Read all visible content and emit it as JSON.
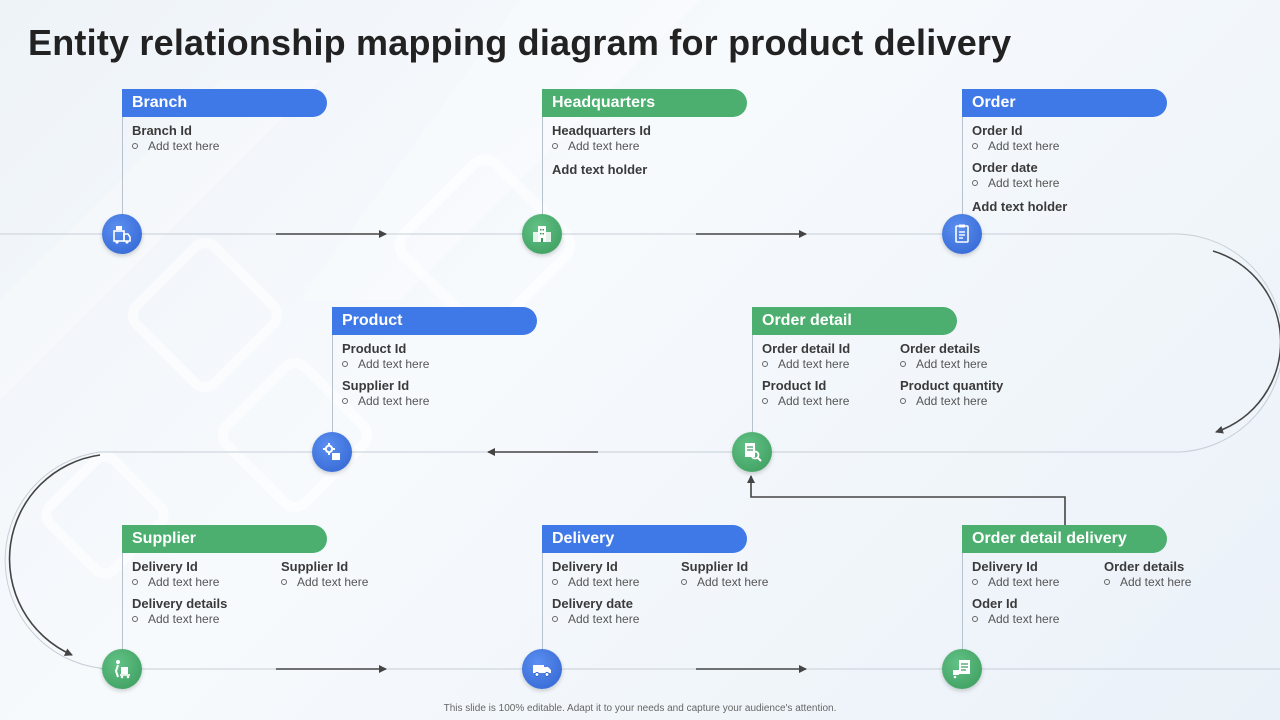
{
  "title": "Entity relationship mapping diagram for product delivery",
  "footer": "This slide is 100% editable. Adapt it to your needs and capture your audience's attention.",
  "colors": {
    "blue": "#3f79e8",
    "green": "#4caf6f",
    "line": "#c6ced6",
    "arrow": "#444444"
  },
  "entities": {
    "branch": {
      "name": "Branch",
      "icon": "branch-icon",
      "fields": [
        {
          "name": "Branch Id",
          "sub": "Add text here"
        }
      ]
    },
    "headquarters": {
      "name": "Headquarters",
      "icon": "headquarters-building-icon",
      "fields": [
        {
          "name": "Headquarters Id",
          "sub": "Add text here"
        }
      ],
      "holder": "Add text holder"
    },
    "order": {
      "name": "Order",
      "icon": "order-clipboard-icon",
      "fields": [
        {
          "name": "Order Id",
          "sub": "Add text here"
        },
        {
          "name": "Order date",
          "sub": "Add text here"
        }
      ],
      "holder": "Add text holder"
    },
    "product": {
      "name": "Product",
      "icon": "product-gear-box-icon",
      "fields": [
        {
          "name": "Product Id",
          "sub": "Add text here"
        },
        {
          "name": "Supplier Id",
          "sub": "Add text here"
        }
      ]
    },
    "order_detail": {
      "name": "Order detail",
      "icon": "order-detail-search-icon",
      "fields": [
        {
          "name": "Order detail Id",
          "sub": "Add text here"
        },
        {
          "name": "Product Id",
          "sub": "Add text here"
        },
        {
          "name": "Order details",
          "sub": "Add text here"
        },
        {
          "name": "Product quantity",
          "sub": "Add text here"
        }
      ]
    },
    "supplier": {
      "name": "Supplier",
      "icon": "supplier-dolly-icon",
      "fields": [
        {
          "name": "Delivery Id",
          "sub": "Add text here"
        },
        {
          "name": "Delivery details",
          "sub": "Add text here"
        },
        {
          "name": "Supplier Id",
          "sub": "Add text here"
        }
      ]
    },
    "delivery": {
      "name": "Delivery",
      "icon": "delivery-truck-icon",
      "fields": [
        {
          "name": "Delivery Id",
          "sub": "Add text here"
        },
        {
          "name": "Delivery date",
          "sub": "Add text here"
        },
        {
          "name": "Supplier Id",
          "sub": "Add text here"
        }
      ]
    },
    "order_detail_delivery": {
      "name": "Order detail delivery",
      "icon": "delivery-checklist-icon",
      "fields": [
        {
          "name": "Delivery Id",
          "sub": "Add text here"
        },
        {
          "name": "Oder Id",
          "sub": "Add text here"
        },
        {
          "name": "Order details",
          "sub": "Add text here"
        }
      ]
    }
  }
}
